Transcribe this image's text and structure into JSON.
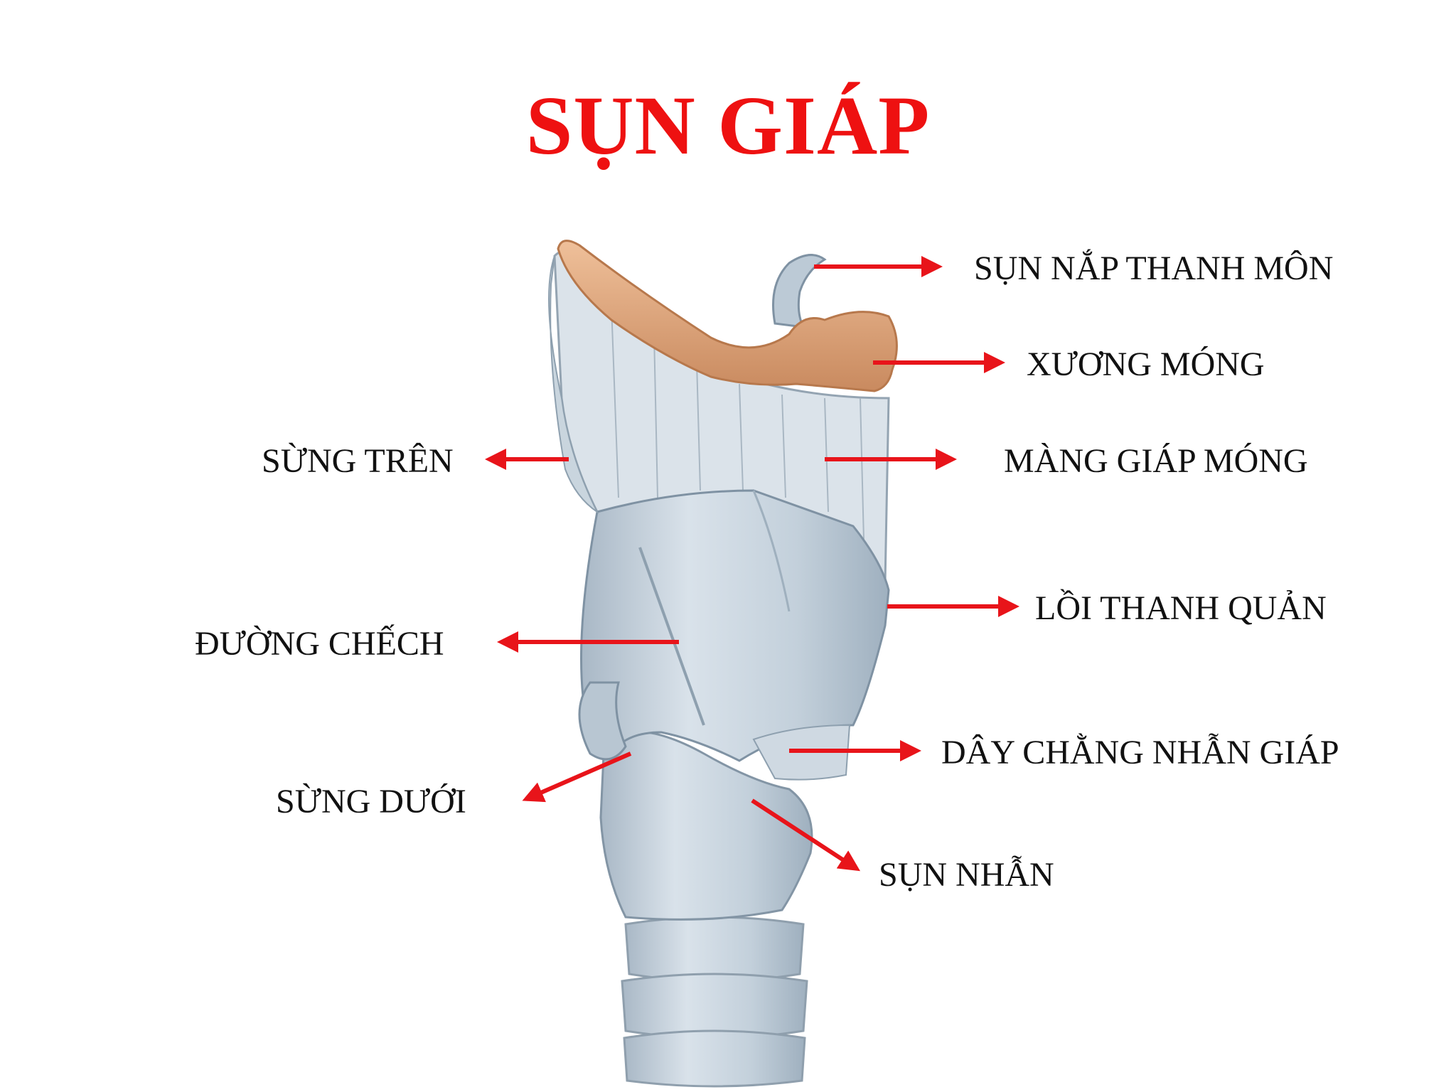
{
  "title": "SỤN GIÁP",
  "colors": {
    "title": "#ee1111",
    "arrow": "#e8141a",
    "label_text": "#111111",
    "cartilage": "#c5d2dc",
    "hyoid_bone": "#e0a77e"
  },
  "labels": {
    "epiglottis": "SỤN NẮP THANH MÔN",
    "hyoid": "XƯƠNG MÓNG",
    "thyrohyoid_membrane": "MÀNG GIÁP MÓNG",
    "superior_horn": "SỪNG TRÊN",
    "laryngeal_prominence": "LỒI THANH QUẢN",
    "oblique_line": "ĐƯỜNG CHẾCH",
    "cricothyroid_ligament": "DÂY CHẰNG NHẪN GIÁP",
    "inferior_horn": "SỪNG DƯỚI",
    "cricoid": "SỤN NHẪN"
  }
}
